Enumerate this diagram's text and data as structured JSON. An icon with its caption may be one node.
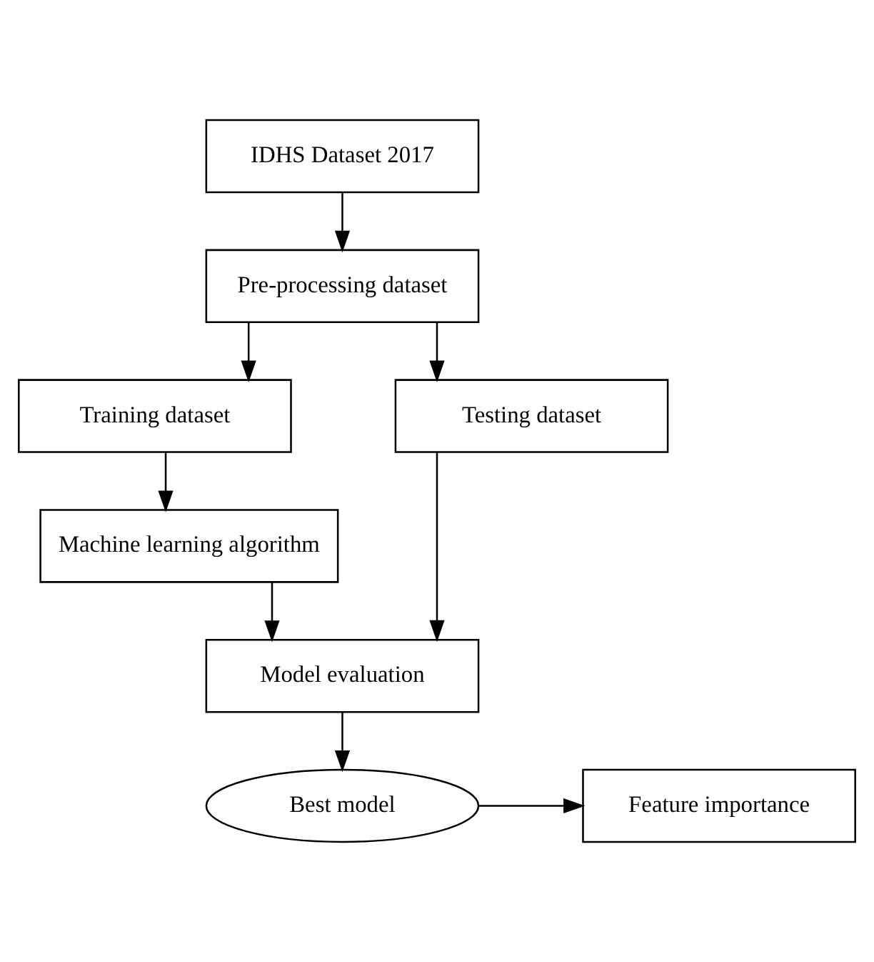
{
  "diagram": {
    "nodes": [
      {
        "text": [
          "IDHS Dataset 2017"
        ]
      },
      {
        "text": [
          "Pre-processing dataset"
        ]
      },
      {
        "text": [
          "Training dataset"
        ]
      },
      {
        "text": [
          "Testing dataset"
        ]
      },
      {
        "text": [
          "Machine learning algorithm"
        ]
      },
      {
        "text": [
          "Model evaluation"
        ]
      },
      {
        "text": [
          "Best model"
        ]
      },
      {
        "text": [
          "Feature importance"
        ]
      }
    ],
    "edges": [
      {
        "from": 0,
        "to": 1,
        "arrow": "to"
      },
      {
        "from": 1,
        "to": 2,
        "arrow": "to"
      },
      {
        "from": 1,
        "to": 3,
        "arrow": "to"
      },
      {
        "from": 2,
        "to": 4,
        "arrow": "to"
      },
      {
        "from": 4,
        "to": 5,
        "arrow": "to"
      },
      {
        "from": 3,
        "to": 5,
        "arrow": "to"
      },
      {
        "from": 5,
        "to": 6,
        "arrow": "to"
      },
      {
        "from": 6,
        "to": 7,
        "arrow": "to"
      }
    ]
  }
}
